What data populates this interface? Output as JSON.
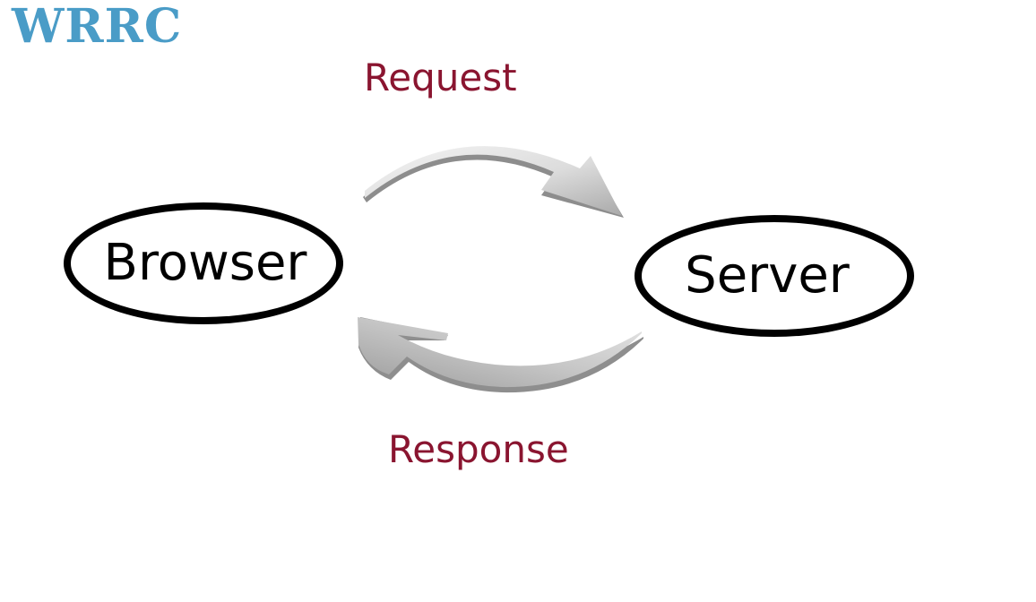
{
  "logo": {
    "text": "WRRC"
  },
  "labels": {
    "request": "Request",
    "response": "Response"
  },
  "nodes": {
    "browser": "Browser",
    "server": "Server"
  },
  "icons": {
    "request_arrow": "curved-arrow-right-icon",
    "response_arrow": "curved-arrow-left-icon"
  },
  "colors": {
    "logo": "#4a9cc7",
    "label": "#8a1530",
    "node_border": "#000000",
    "arrow": "#d6d6d6"
  }
}
